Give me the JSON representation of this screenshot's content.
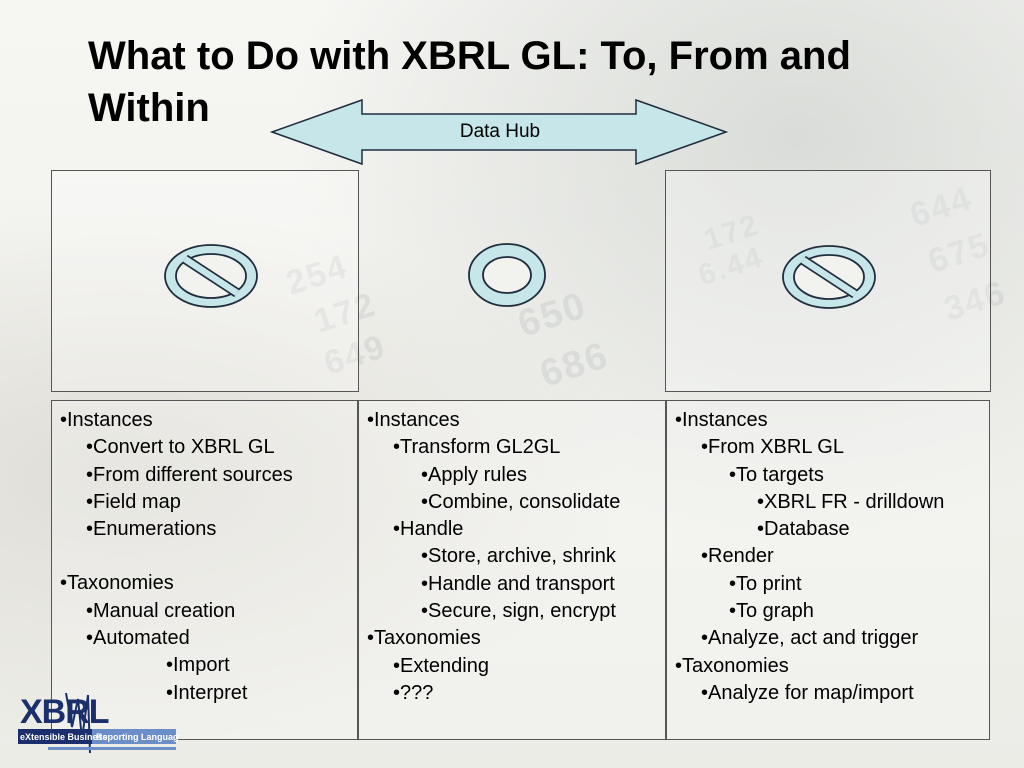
{
  "title": "What to Do with XBRL GL: To, From and Within",
  "data_hub": {
    "label": "Data Hub",
    "arrow_fill": "#c7e6ea",
    "arrow_stroke": "#1f2d3d"
  },
  "background": {
    "decorative_numbers": [
      "254",
      "172",
      "649",
      "650",
      "686",
      "644",
      "675",
      "346",
      "172",
      "6.44"
    ]
  },
  "panels": {
    "left_symbol": "no-entry-icon",
    "center_symbol": "ring-icon",
    "right_symbol": "no-entry-icon",
    "symbol_fill": "#c7e6ea",
    "symbol_stroke": "#1f2d3d"
  },
  "columns": [
    {
      "items": [
        "•Instances",
        "•Convert to XBRL GL",
        "•From different sources",
        "•Field map",
        "•Enumerations",
        "",
        "•Taxonomies",
        "•Manual creation",
        "•Automated",
        "•Import",
        "•Interpret"
      ]
    },
    {
      "items": [
        "•Instances",
        "•Transform GL2GL",
        "•Apply rules",
        "•Combine, consolidate",
        "•Handle",
        "•Store, archive, shrink",
        "•Handle and transport",
        "•Secure, sign, encrypt",
        "•Taxonomies",
        "•Extending",
        "•???"
      ]
    },
    {
      "items": [
        "•Instances",
        "•From XBRL GL",
        "•To targets",
        "•XBRL FR - drilldown",
        "•Database",
        "•Render",
        "•To print",
        "•To graph",
        "•Analyze, act and trigger",
        "•Taxonomies",
        "•Analyze for map/import"
      ]
    }
  ],
  "logo": {
    "text_main": "XBRL",
    "tagline_left": "eXtensible Business",
    "tagline_right": "Reporting Language",
    "brand_dark": "#1a2f6b",
    "brand_blue": "#6b8ec8"
  }
}
